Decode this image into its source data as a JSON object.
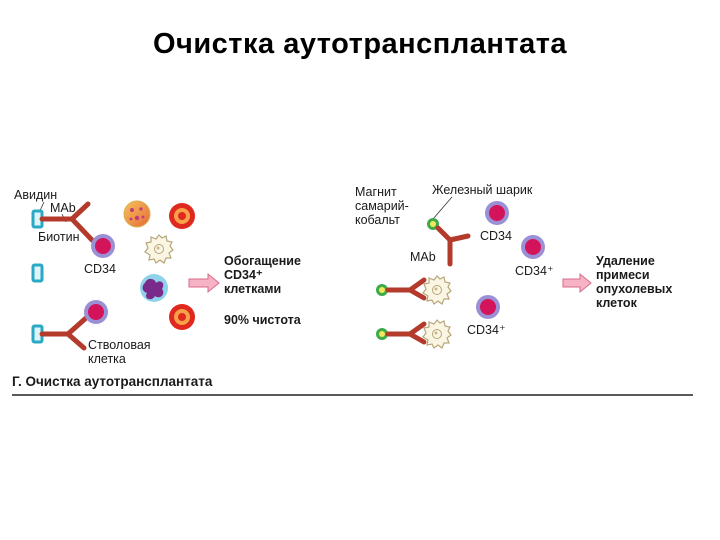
{
  "slide_title": "Очистка аутотрансплантата",
  "left_panel": {
    "avidin": "Авидин",
    "mab": "MAb",
    "biotin": "Биотин",
    "cd34": "CD34",
    "enrichment": [
      "Обогащение",
      "CD34⁺",
      "клетками"
    ],
    "purity": "90% чистота",
    "stem_cell": [
      "Стволовая",
      "клетка"
    ]
  },
  "right_panel": {
    "magnet": [
      "Магнит",
      "самарий-",
      "кобальт"
    ],
    "iron_bead": "Железный шарик",
    "cd34": "CD34",
    "mab": "MAb",
    "cd34_plus_1": "CD34⁺",
    "cd34_plus_2": "CD34⁺",
    "removal": [
      "Удаление",
      "примеси",
      "опухолевых",
      "клеток"
    ]
  },
  "caption": "Г. Очистка аутотрансплантата",
  "colors": {
    "antibody": "#b43a2c",
    "cd34_cell_outer": "#9a90d6",
    "cd34_cell_inner": "#d4145a",
    "red_cell_outer": "#e0281e",
    "red_cell_inner": "#f7a24a",
    "bead_outer": "#3faa4a",
    "bead_inner": "#f2e95a",
    "column": "#2aa8c4",
    "arrow_fill": "#f6b3c6",
    "arrow_stroke": "#d86a88"
  }
}
